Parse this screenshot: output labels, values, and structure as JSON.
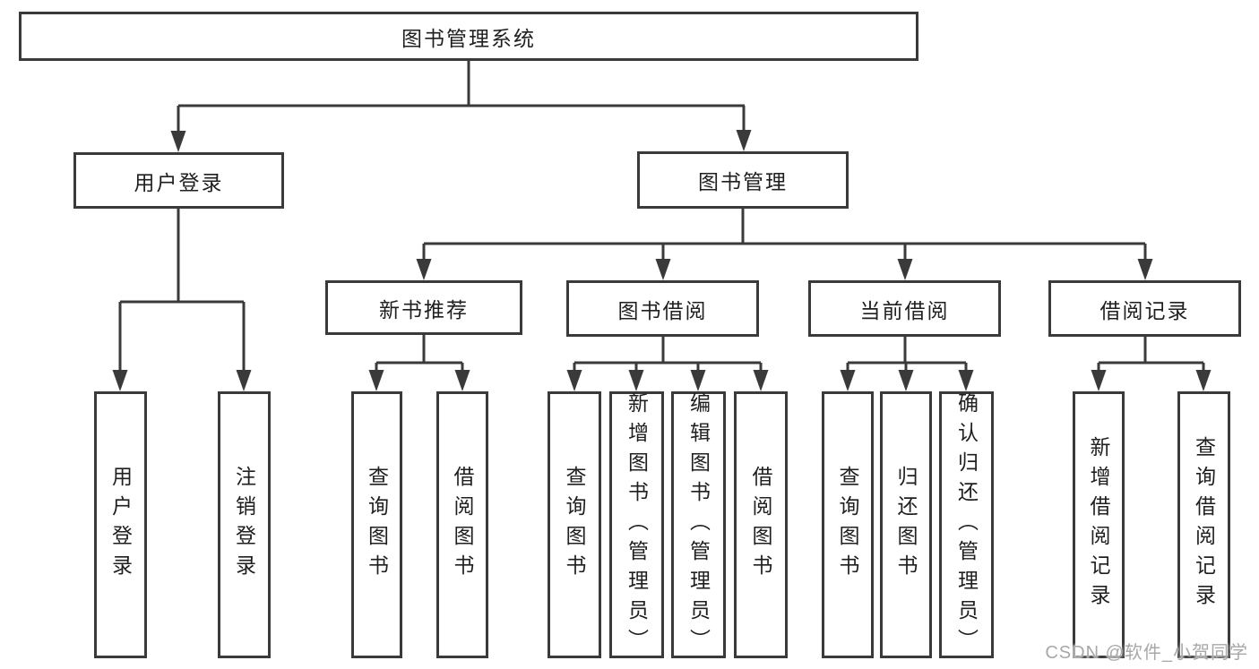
{
  "colors": {
    "line": "#3a3a3a",
    "text": "#1f1f1f",
    "watermark": "#a8a8a8",
    "bg": "#ffffff"
  },
  "tree": {
    "label": "图书管理系统",
    "children": [
      {
        "label": "用户登录",
        "children": [
          {
            "label": "用户登录"
          },
          {
            "label": "注销登录"
          }
        ]
      },
      {
        "label": "图书管理",
        "children": [
          {
            "label": "新书推荐",
            "children": [
              {
                "label": "查询图书"
              },
              {
                "label": "借阅图书"
              }
            ]
          },
          {
            "label": "图书借阅",
            "children": [
              {
                "label": "查询图书"
              },
              {
                "label": "新增图书（管理员）"
              },
              {
                "label": "编辑图书（管理员）"
              },
              {
                "label": "借阅图书"
              }
            ]
          },
          {
            "label": "当前借阅",
            "children": [
              {
                "label": "查询图书"
              },
              {
                "label": "归还图书"
              },
              {
                "label": "确认归还（管理员）"
              }
            ]
          },
          {
            "label": "借阅记录",
            "children": [
              {
                "label": "新增借阅记录"
              },
              {
                "label": "查询借阅记录"
              }
            ]
          }
        ]
      }
    ]
  },
  "watermark": "CSDN @软件_小贺同学"
}
